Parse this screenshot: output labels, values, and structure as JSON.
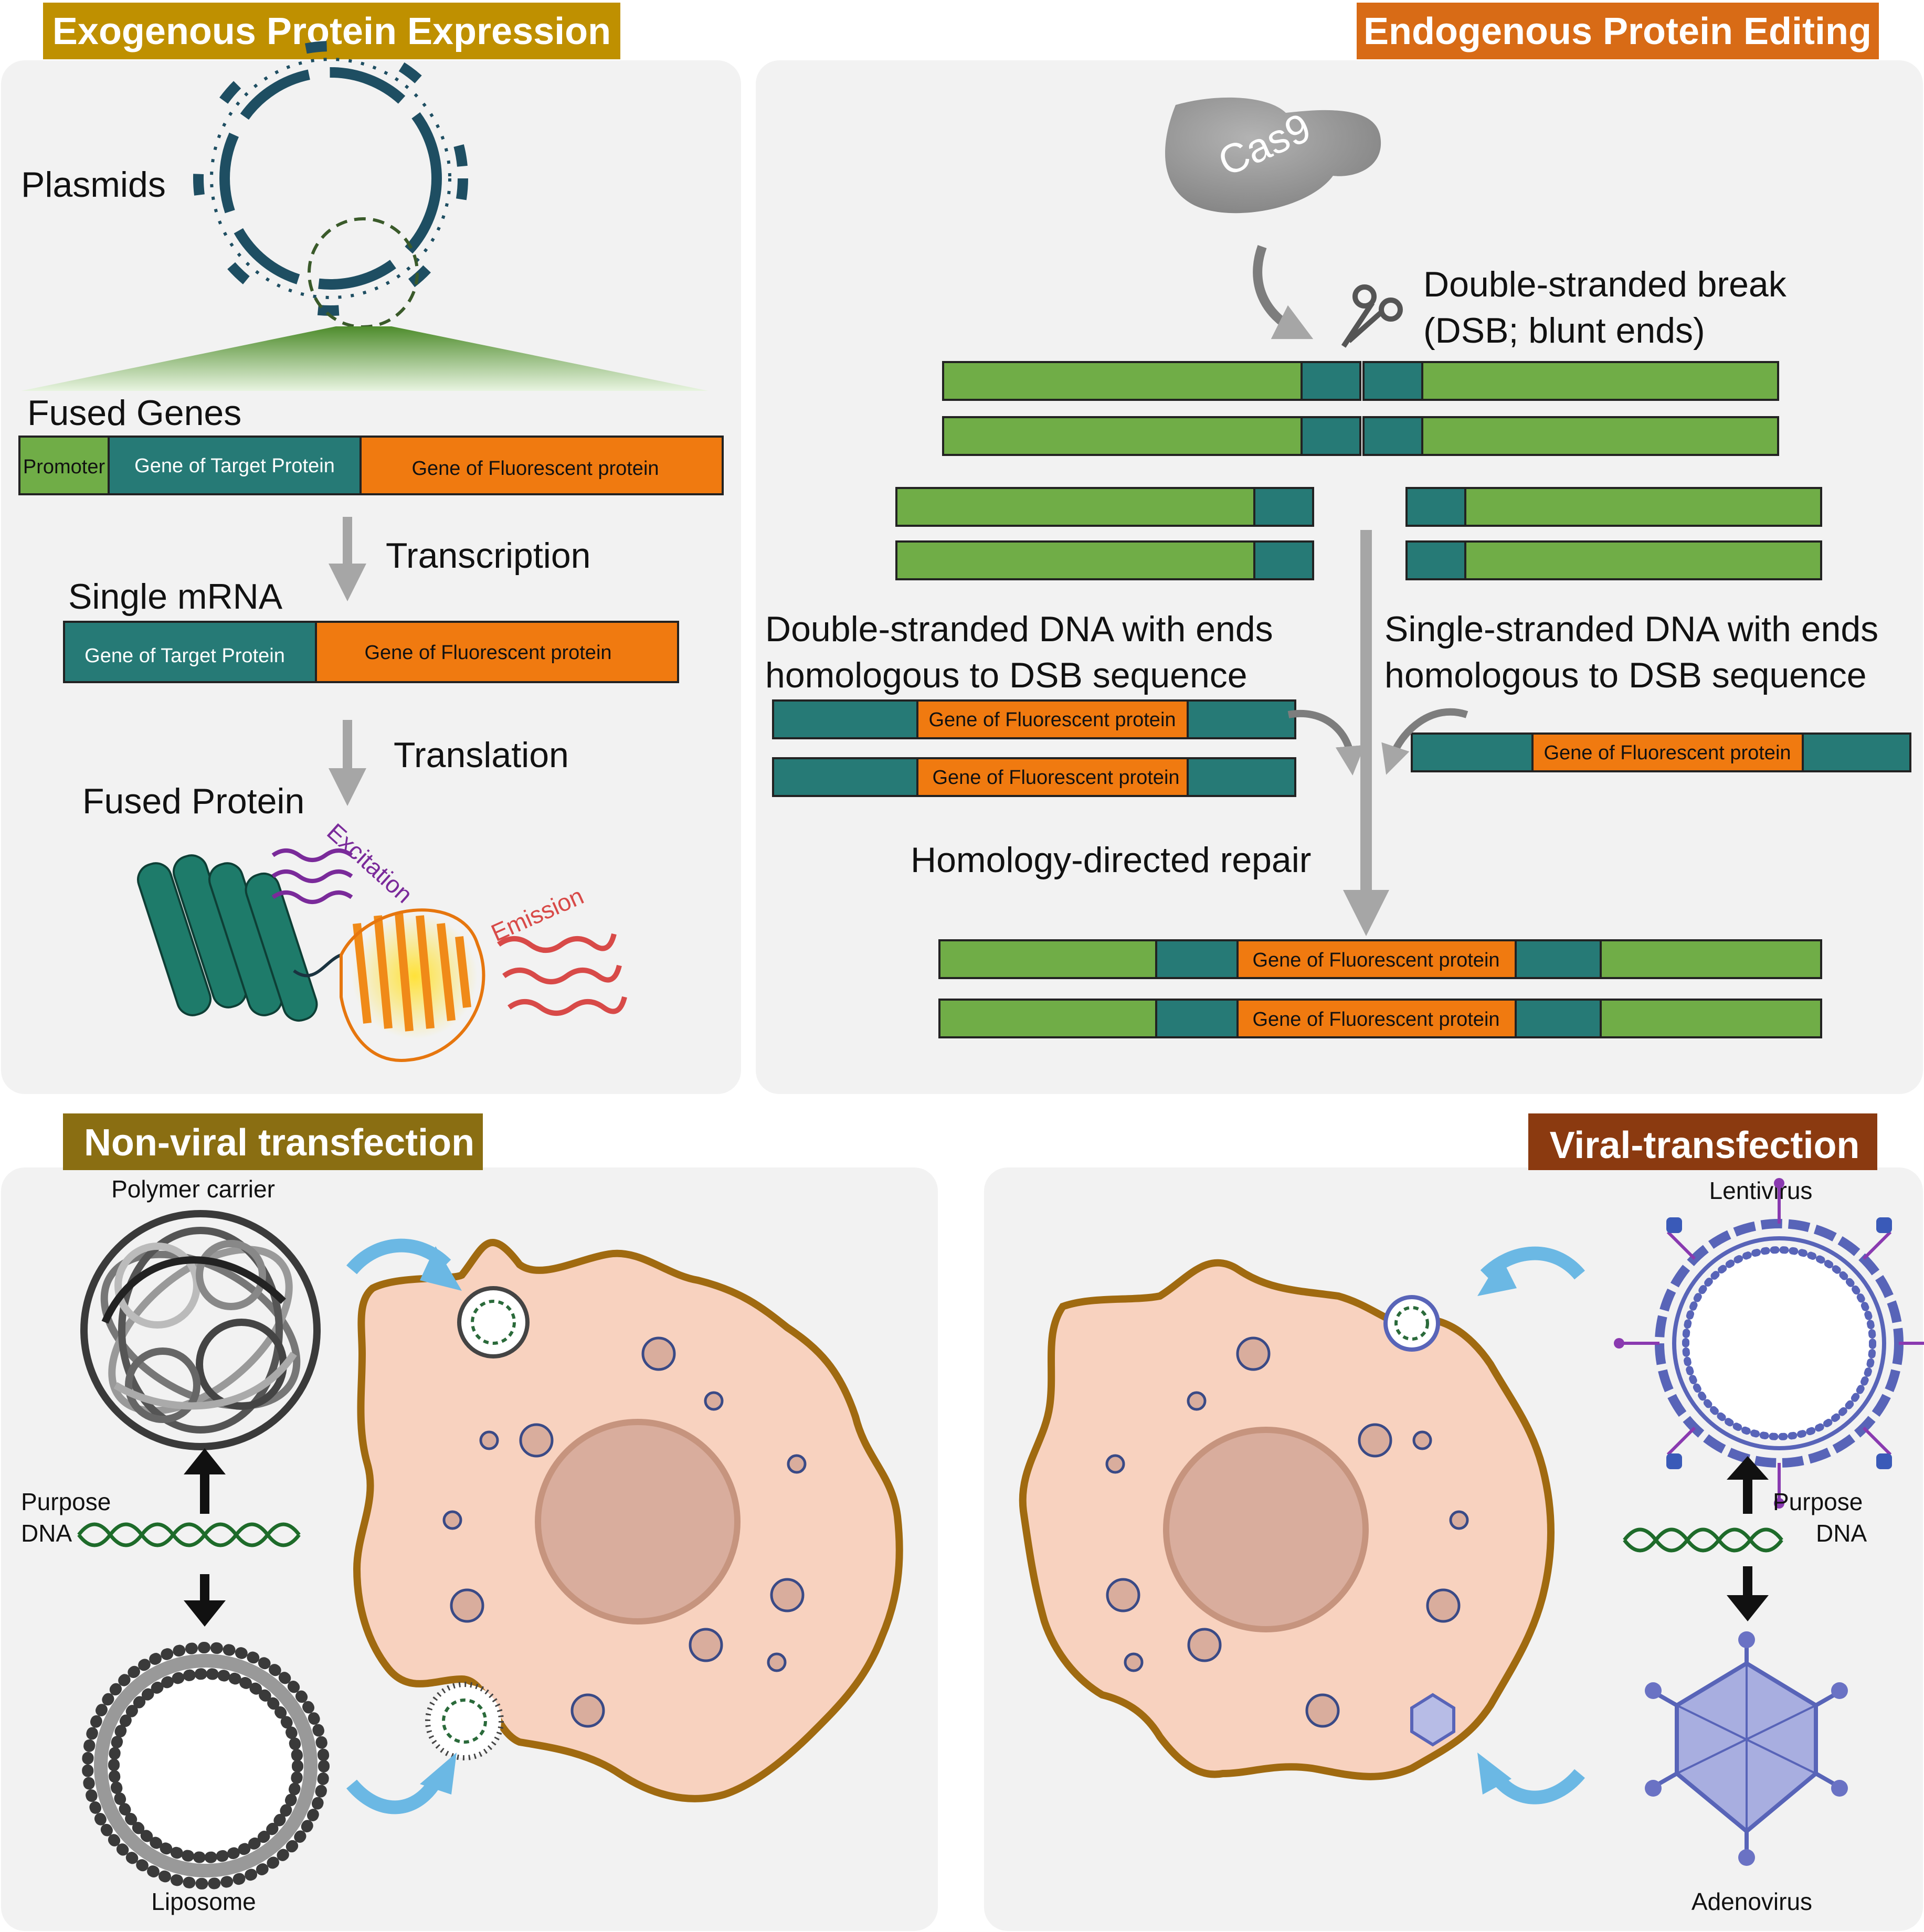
{
  "colors": {
    "panel_bg": "#f2f2f2",
    "promoter_green": "#70ad47",
    "teal": "#267a76",
    "orange": "#f07a10",
    "header_gold": "#bf9000",
    "header_orange": "#d86b16",
    "header_olive": "#8a6e12",
    "header_brown": "#8b3a10",
    "cell_fill": "#f8d2bf",
    "cell_outline": "#a06a10",
    "arrow_gray": "#a6a6a6",
    "arrow_blue": "#6bb8e4"
  },
  "headers": {
    "exogenous": "Exogenous Protein Expression",
    "endogenous": "Endogenous Protein Editing",
    "nonviral": "Non-viral transfection",
    "viral": "Viral-transfection"
  },
  "exogenous": {
    "plasmids": "Plasmids",
    "fused_genes": "Fused Genes",
    "promoter": "Promoter",
    "gene_target": "Gene of Target Protein",
    "gene_fluor": "Gene of Fluorescent protein",
    "transcription": "Transcription",
    "single_mrna": "Single mRNA",
    "translation": "Translation",
    "fused_protein": "Fused Protein",
    "excitation": "Excitation",
    "emission": "Emission"
  },
  "endogenous": {
    "cas9": "Cas9",
    "dsb_line1": "Double-stranded break",
    "dsb_line2": "(DSB; blunt ends)",
    "ds_dna_line1": "Double-stranded DNA with ends",
    "ds_dna_line2": "homologous to DSB sequence",
    "ss_dna_line1": "Single-stranded DNA with ends",
    "ss_dna_line2": "homologous to DSB sequence",
    "gene_fluor": "Gene of Fluorescent protein",
    "hdr": "Homology-directed repair"
  },
  "nonviral": {
    "polymer_carrier": "Polymer carrier",
    "purpose": "Purpose",
    "dna": "DNA",
    "liposome": "Liposome"
  },
  "viral": {
    "lentivirus": "Lentivirus",
    "purpose": "Purpose",
    "dna": "DNA",
    "adenovirus": "Adenovirus"
  },
  "icons": {
    "plasmid": "plasmid-ring-icon",
    "protein": "fused-protein-icon",
    "cas9": "cas9-blob-icon",
    "scissors": "scissors-icon",
    "dna": "dna-helix-icon",
    "polymer": "polymer-ball-icon",
    "liposome": "liposome-ring-icon",
    "lentivirus": "lentivirus-icon",
    "adenovirus": "adenovirus-icon",
    "cell": "cell-icon"
  }
}
